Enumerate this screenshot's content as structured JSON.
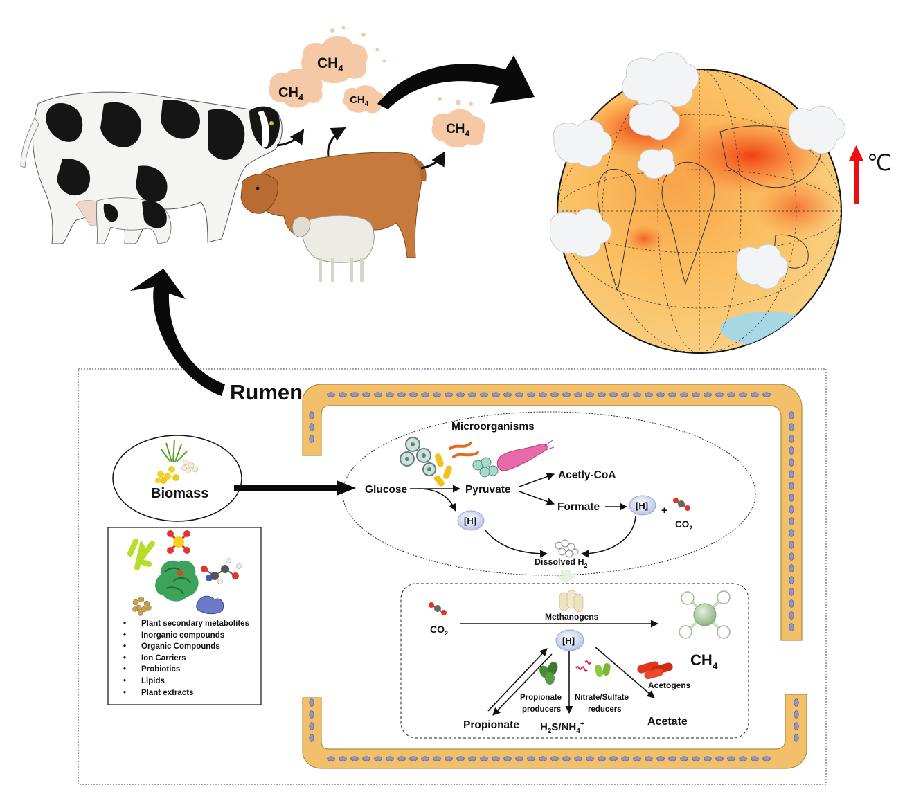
{
  "emissions": {
    "gas_labels": [
      {
        "base": "CH",
        "sub": "4"
      },
      {
        "base": "CH",
        "sub": "4"
      },
      {
        "base": "CH",
        "sub": "4"
      },
      {
        "base": "CH",
        "sub": "4"
      }
    ],
    "temperature_unit": "℃"
  },
  "rumen": {
    "title": "Rumen",
    "biomass_label": "Biomass",
    "microorganisms_label": "Microorganisms",
    "nodes": {
      "glucose": "Glucose",
      "pyruvate": "Pyruvate",
      "acetyl_coa": "Acetly-CoA",
      "formate": "Formate",
      "h1": "[H]",
      "h2": "[H]",
      "h3": "[H]",
      "plus": "+",
      "co2_top": {
        "base": "CO",
        "sub": "2"
      },
      "dissolved_h2": {
        "base": "Dissolved H",
        "sub": "2"
      },
      "co2_bottom": {
        "base": "CO",
        "sub": "2"
      },
      "methanogens": "Methanogens",
      "ch4_product": {
        "base": "CH",
        "sub": "4"
      },
      "acetogens": "Acetogens",
      "acetate": "Acetate",
      "propionate": "Propionate",
      "propionate_producers": [
        "Propionate",
        "producers"
      ],
      "nitrate_sulfate_reducers": [
        "Nitrate/Sulfate",
        "reducers"
      ],
      "h2s_nh4": {
        "a": "H",
        "a_sub": "2",
        "b": "S/NH",
        "b_sub": "4",
        "b_sup": "+"
      }
    },
    "inhibitors": [
      "Plant secondary metabolites",
      "Inorganic compounds",
      "Organic Compounds",
      "Ion Carriers",
      "Probiotics",
      "Lipids",
      "Plant extracts"
    ]
  },
  "colors": {
    "methane_cloud": "#f6c9a6",
    "globe_hot": "#f04a14",
    "globe_warm": "#fbb24a",
    "globe_cool": "#9fd8f0",
    "rumen_wall": "#f2c06a",
    "cell_nucleus": "#8e95c9",
    "temp_arrow": "#e81010"
  }
}
